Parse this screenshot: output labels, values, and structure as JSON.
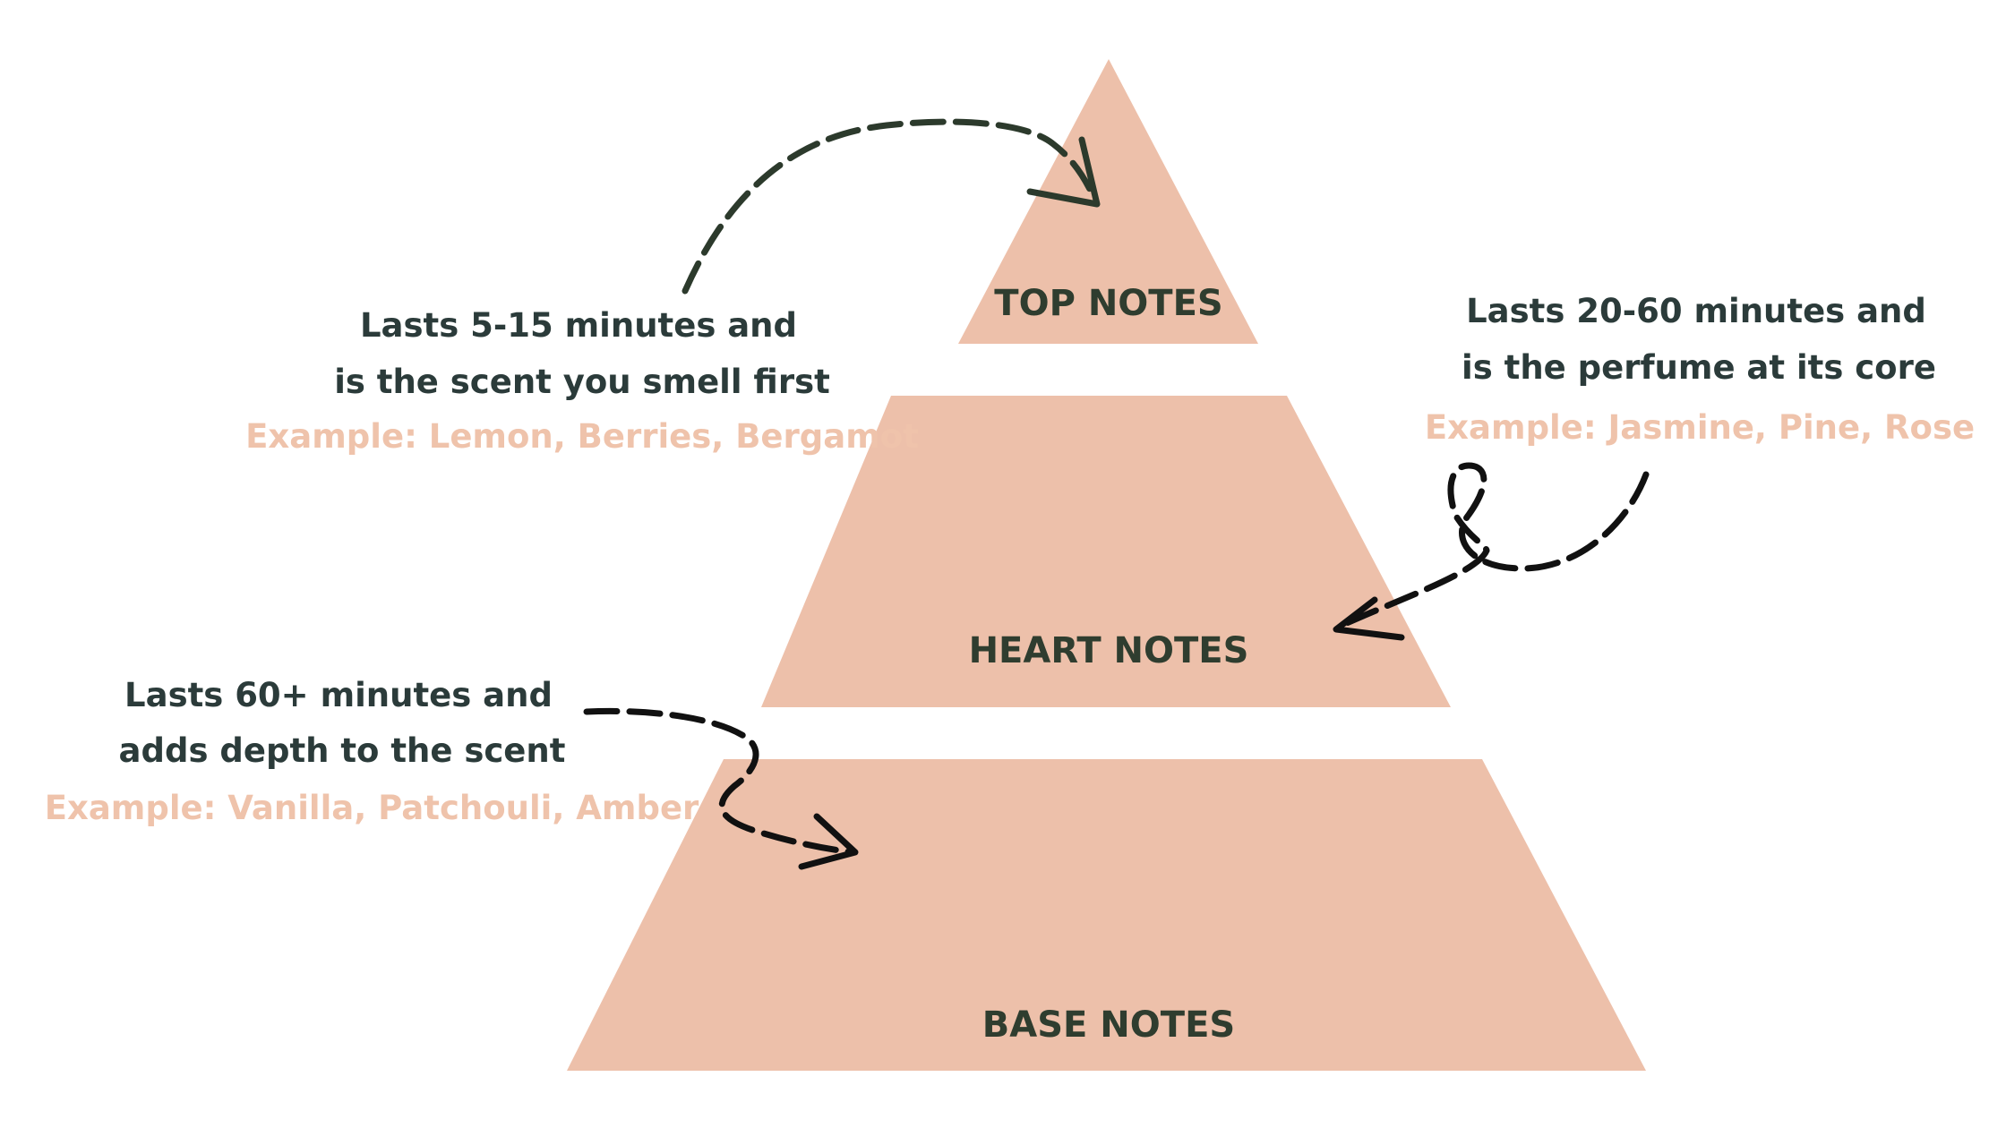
{
  "colors": {
    "tier_fill": "#edc0aa",
    "tier_label": "#2f3d2f",
    "description_text": "#2b3b3a",
    "example_text": "#efc3ab",
    "arrow_top": "#2c3a2c",
    "arrow_other": "#111111"
  },
  "tiers": {
    "top": {
      "label": "TOP NOTES"
    },
    "heart": {
      "label": "HEART NOTES"
    },
    "base": {
      "label": "BASE NOTES"
    }
  },
  "annotations": {
    "top": {
      "line1": "Lasts 5-15 minutes and",
      "line2": "is the scent you smell first",
      "example": "Example: Lemon, Berries, Bergamot"
    },
    "heart": {
      "line1": "Lasts 20-60 minutes and",
      "line2": "is the perfume at its core",
      "example": "Example: Jasmine, Pine, Rose"
    },
    "base": {
      "line1": "Lasts 60+ minutes and",
      "line2": "adds depth to the scent",
      "example": "Example: Vanilla, Patchouli, Amber"
    }
  },
  "arrows": [
    {
      "name": "top-notes-arrow",
      "style": "dashed",
      "color": "arrow_top"
    },
    {
      "name": "heart-notes-arrow",
      "style": "dashed-loop",
      "color": "arrow_other"
    },
    {
      "name": "base-notes-arrow",
      "style": "dashed",
      "color": "arrow_other"
    }
  ]
}
